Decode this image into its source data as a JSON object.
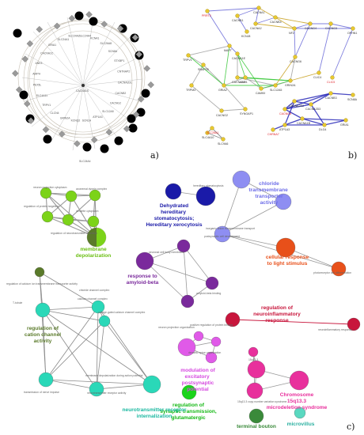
{
  "panels": {
    "a": {
      "label": "a)",
      "center_label": "CACNA1S",
      "black_nodes": 16,
      "gray_diamonds": 24,
      "node_labels": [
        "CACNA2D1",
        "CACNB2",
        "CACNG2",
        "SLC12A5",
        "ATP1A3",
        "SCN1A",
        "KCNQ2",
        "GRIN2A",
        "CLCN4",
        "TRPV1",
        "SLC4A11",
        "PEX5L",
        "AMPH",
        "ANK3",
        "CACNA1C",
        "GRIA1",
        "SLC24A1",
        "SLC24A2",
        "SLC24A4",
        "KCNA1",
        "SLC26A8",
        "SCN8A",
        "STXBP1",
        "CNTNAP2"
      ],
      "bottom_label": "SLC24A4"
    },
    "b": {
      "label": "b)",
      "genes": [
        {
          "name": "CACNA1",
          "red": false
        },
        {
          "name": "PRRT2",
          "red": true
        },
        {
          "name": "CACNB1",
          "red": false
        },
        {
          "name": "CACNA2",
          "red": false
        },
        {
          "name": "KCNJ8",
          "red": false
        },
        {
          "name": "CACNB4",
          "red": false
        },
        {
          "name": "MAPT",
          "red": false
        },
        {
          "name": "CACNA1E",
          "red": false
        },
        {
          "name": "CACNA1H",
          "red": false
        },
        {
          "name": "CACNG6",
          "red": false
        },
        {
          "name": "CACNG4",
          "red": false
        },
        {
          "name": "CACNG3",
          "red": false
        },
        {
          "name": "OPHN1",
          "red": false
        },
        {
          "name": "TRPV1",
          "red": false
        },
        {
          "name": "CLIC4",
          "red": false
        },
        {
          "name": "CLIC5",
          "red": true
        },
        {
          "name": "NF2",
          "red": false
        },
        {
          "name": "SNAP25",
          "red": false
        },
        {
          "name": "TRPM3",
          "red": false
        },
        {
          "name": "GRIA2",
          "red": false
        },
        {
          "name": "ANO1",
          "red": false
        },
        {
          "name": "CAMKII",
          "red": false
        },
        {
          "name": "SLC12A5",
          "red": false
        },
        {
          "name": "GRIN2A",
          "red": false
        },
        {
          "name": "CACNG8",
          "red": true
        },
        {
          "name": "SYNGAP1",
          "red": false
        },
        {
          "name": "CACNG2",
          "red": false
        },
        {
          "name": "CACNA2D2",
          "red": false
        },
        {
          "name": "CACNA2D3",
          "red": false
        },
        {
          "name": "CACNB3",
          "red": false
        },
        {
          "name": "SCN8A",
          "red": false
        },
        {
          "name": "CACNA1B",
          "red": false
        },
        {
          "name": "ATP1A3",
          "red": false
        },
        {
          "name": "CHRNA7",
          "red": true
        },
        {
          "name": "DLG4",
          "red": false
        },
        {
          "name": "GRIA1",
          "red": false
        },
        {
          "name": "SLC4A10",
          "red": false
        },
        {
          "name": "SLC9A6",
          "red": false
        },
        {
          "name": "SLC26A1",
          "red": true
        }
      ]
    },
    "c": {
      "label": "c)",
      "clusters": [
        {
          "label": "membrane depolarization",
          "color": "#7cd319"
        },
        {
          "label": "Dehydrated hereditary stomatocytosis; Hereditary xerocytosis",
          "color": "#1a1aa8"
        },
        {
          "label": "chloride transmembrane transporter activity",
          "color": "#8e8ef2"
        },
        {
          "label": "response to amyloid-beta",
          "color": "#7a2a9c"
        },
        {
          "label": "cellular response to light stimulus",
          "color": "#e8501a"
        },
        {
          "label": "regulation of cation channel activity",
          "color": "#5a7a2a"
        },
        {
          "label": "regulation of neuroinflammatory response",
          "color": "#c8163c"
        },
        {
          "label": "modulation of excitatory postsynaptic potential",
          "color": "#e05ae8"
        },
        {
          "label": "Chromosome 15q13.3 microdeletion syndrome",
          "color": "#e8309c"
        },
        {
          "label": "regulation of synaptic transmission, glutamatergic",
          "color": "#1ad41a"
        },
        {
          "label": "neurotransmitter receptor internalization",
          "color": "#2ad8b8"
        },
        {
          "label": "terminal bouton",
          "color": "#3a8a3a"
        },
        {
          "label": "microvillus",
          "color": "#5ad8c0"
        }
      ],
      "small_labels": [
        "neuron projection cytoplasm",
        "axonemal dynein complex",
        "regulation of protein targeting",
        "dendrite cytoplasm",
        "regulation of neurotransmitter secretion",
        "hereditary stomatocytosis",
        "neuronal cell body membrane",
        "amyloid-beta binding",
        "postsynaptic cell development",
        "photoreceptor cell differentiation",
        "positive regulation of protein binding",
        "chloride channel complex",
        "inorganic anion transmembrane transport",
        "regulation of calcium ion transmembrane transporter activity",
        "T-tubule",
        "calcium channel complex",
        "voltage-gated calcium channel complex",
        "transmission of nerve impulse",
        "membrane depolarization during action potential",
        "neuron projection organization",
        "dendritic spine organization",
        "neuroinflammatory response",
        "15q13.3 copy number variation syndrome",
        "neurotransmitter receptor activity",
        "15q13.3"
      ]
    }
  }
}
